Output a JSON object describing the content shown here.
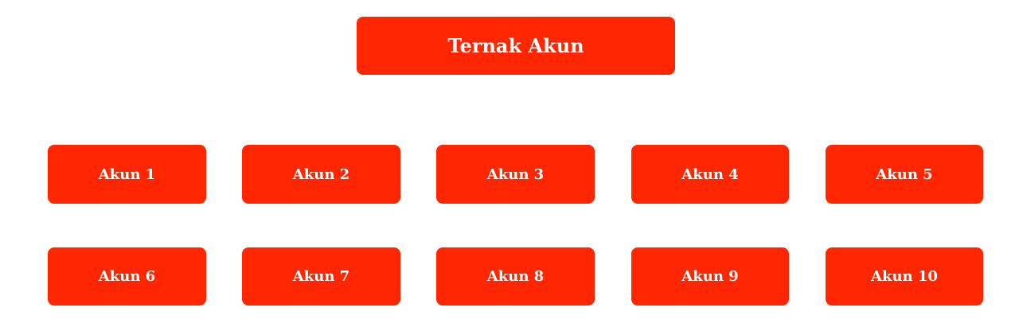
{
  "header": {
    "title": "Ternak Akun"
  },
  "accounts": [
    {
      "label": "Akun 1"
    },
    {
      "label": "Akun 2"
    },
    {
      "label": "Akun 3"
    },
    {
      "label": "Akun 4"
    },
    {
      "label": "Akun 5"
    },
    {
      "label": "Akun 6"
    },
    {
      "label": "Akun 7"
    },
    {
      "label": "Akun 8"
    },
    {
      "label": "Akun 9"
    },
    {
      "label": "Akun 10"
    }
  ],
  "colors": {
    "button_background": "#ff2600",
    "button_text": "#ffffff",
    "page_background": "#ffffff"
  }
}
